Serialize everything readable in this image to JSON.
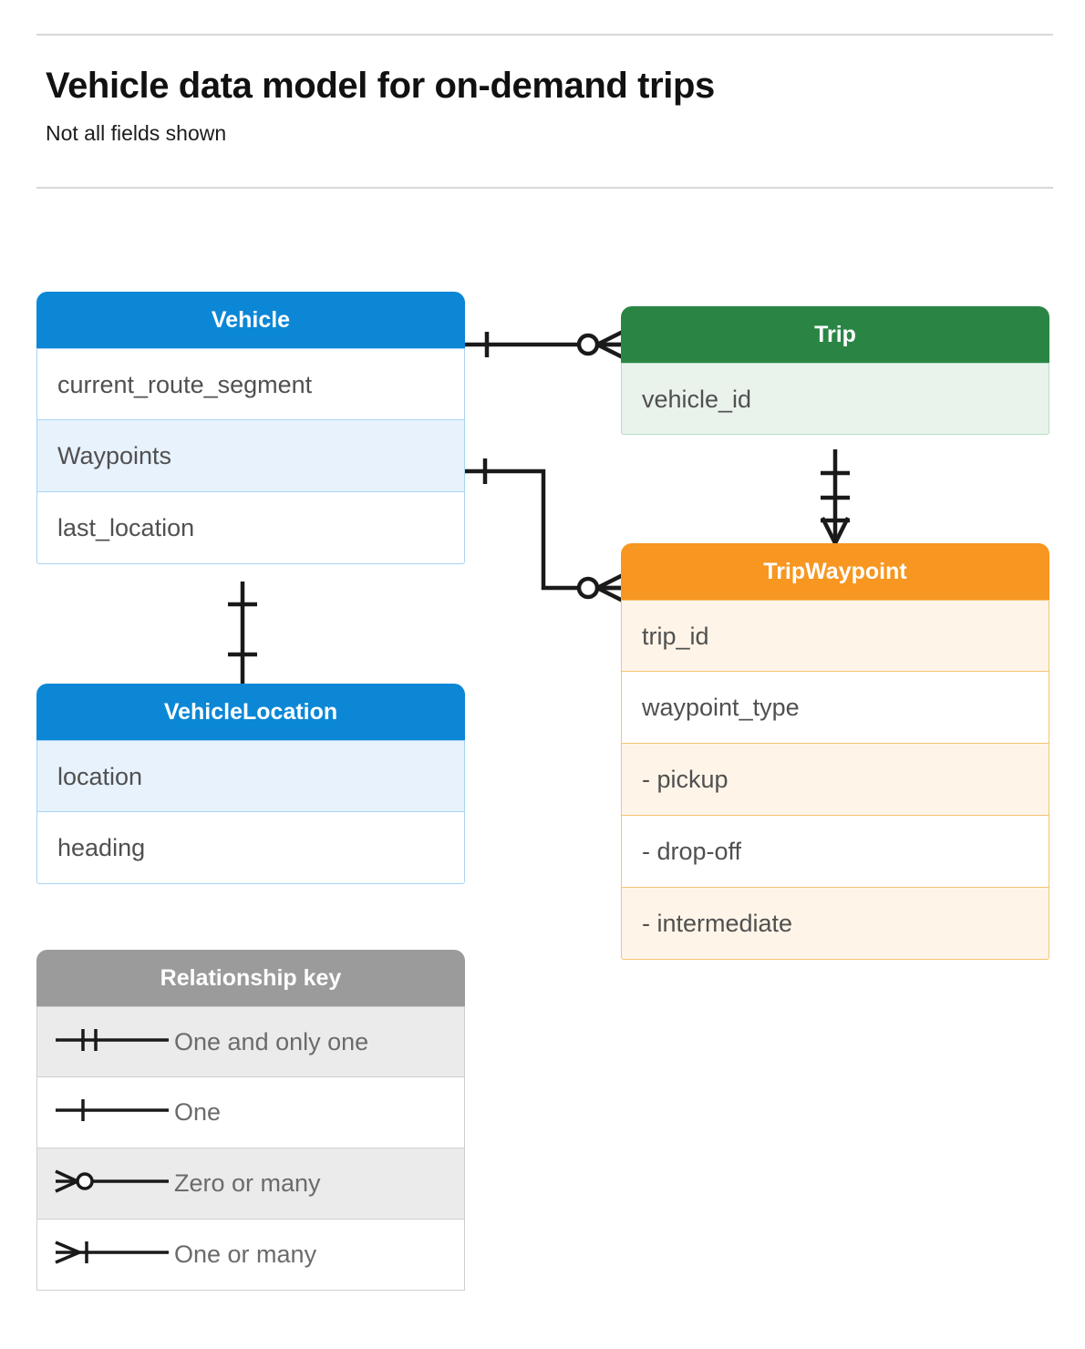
{
  "header": {
    "title": "Vehicle data model for on-demand trips",
    "subtitle": "Not all fields shown"
  },
  "entities": [
    {
      "id": "vehicle",
      "name": "Vehicle",
      "color": "#0b87d6",
      "fields": [
        "current_route_segment",
        "Waypoints",
        "last_location"
      ]
    },
    {
      "id": "trip",
      "name": "Trip",
      "color": "#2a8545",
      "fields": [
        "vehicle_id"
      ]
    },
    {
      "id": "tripwaypoint",
      "name": "TripWaypoint",
      "color": "#f79620",
      "fields": [
        "trip_id",
        "waypoint_type",
        "-  pickup",
        "-  drop-off",
        "-  intermediate"
      ]
    },
    {
      "id": "vehiclelocation",
      "name": "VehicleLocation",
      "color": "#0b87d6",
      "fields": [
        "location",
        "heading"
      ]
    }
  ],
  "legend": {
    "title": "Relationship key",
    "color": "#9b9b9b",
    "items": [
      {
        "symbol": "one-and-only-one",
        "label": "One and only one"
      },
      {
        "symbol": "one",
        "label": "One"
      },
      {
        "symbol": "zero-or-many",
        "label": "Zero or many"
      },
      {
        "symbol": "one-or-many",
        "label": "One or many"
      }
    ]
  },
  "relationships": [
    {
      "from": "Vehicle",
      "to": "Trip",
      "from_cardinality": "one",
      "to_cardinality": "zero-or-many"
    },
    {
      "from": "Vehicle.Waypoints",
      "to": "TripWaypoint",
      "from_cardinality": "one",
      "to_cardinality": "zero-or-many"
    },
    {
      "from": "Trip",
      "to": "TripWaypoint",
      "from_cardinality": "one-and-only-one",
      "to_cardinality": "one-or-many"
    },
    {
      "from": "Vehicle",
      "to": "VehicleLocation",
      "from_cardinality": "one",
      "to_cardinality": "one"
    }
  ]
}
